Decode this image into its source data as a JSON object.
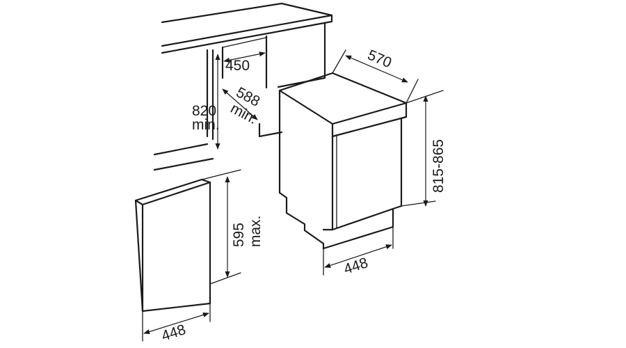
{
  "diagram": {
    "labels": {
      "counter_width": "450",
      "counter_depth": "588",
      "counter_depth_note": "min.",
      "counter_height": "820",
      "counter_height_note": "min.",
      "appliance_depth": "570",
      "appliance_height": "815-865",
      "appliance_width": "448",
      "panel_height": "595",
      "panel_height_note": "max.",
      "panel_width": "448"
    },
    "colors": {
      "line": "#1a1a1a",
      "background": "#ffffff"
    }
  }
}
